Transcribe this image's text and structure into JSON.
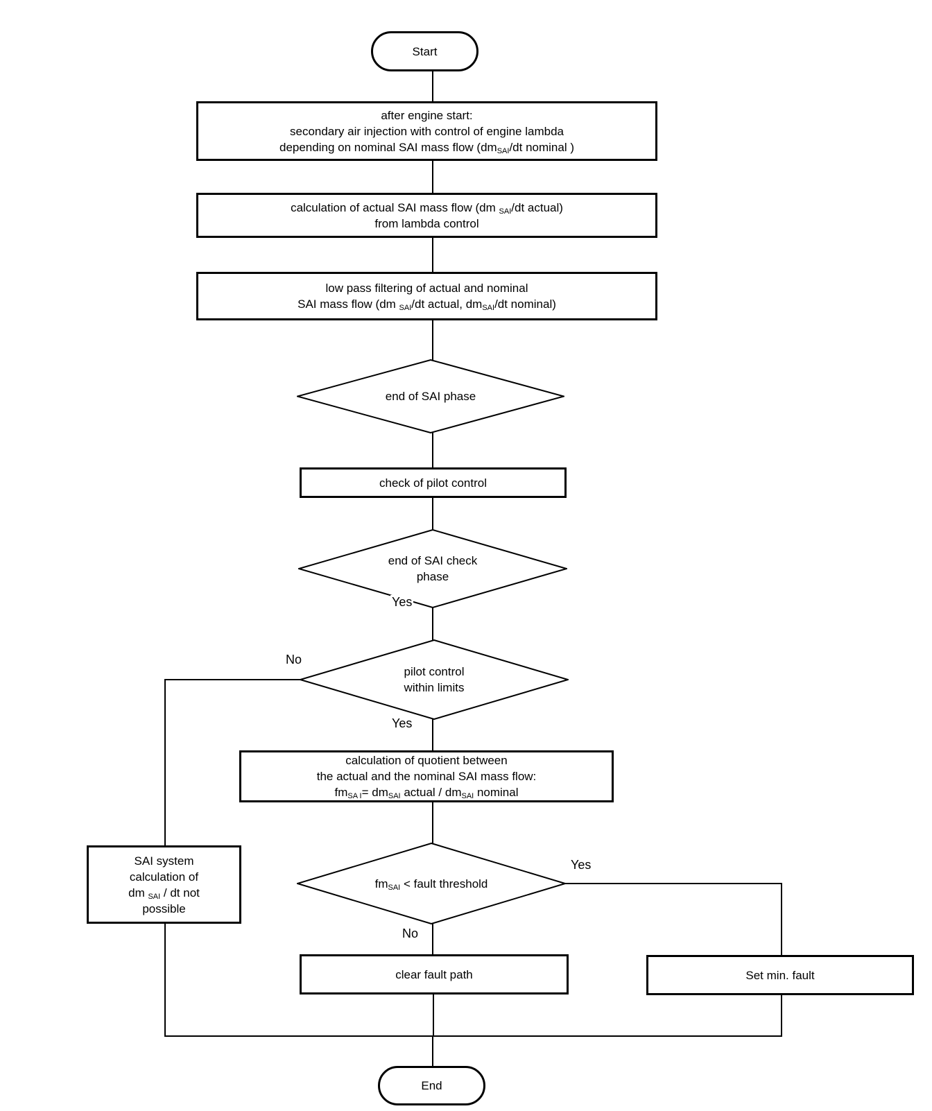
{
  "nodes": {
    "start": {
      "label": "Start"
    },
    "engine_start": {
      "lines": [
        "after engine start:",
        "secondary air injection with control of engine lambda",
        "depending on nominal SAI mass flow (dm~SAI~/dt nominal )"
      ]
    },
    "actual_flow": {
      "lines": [
        "calculation of actual SAI mass flow (dm ~SAI~/dt actual)",
        "from lambda control"
      ]
    },
    "low_pass": {
      "lines": [
        "low pass filtering of actual and nominal",
        "SAI mass flow (dm ~SAI~/dt actual, dm~SAI~/dt nominal)"
      ]
    },
    "end_sai_phase": {
      "label": "end of SAI phase"
    },
    "check_pilot": {
      "label": "check of pilot control"
    },
    "end_sai_check": {
      "lines": [
        "end of SAI check",
        "phase"
      ]
    },
    "pilot_limits": {
      "lines": [
        "pilot control",
        "within limits"
      ]
    },
    "quotient": {
      "lines": [
        "calculation of quotient between",
        "the actual and the nominal SAI mass flow:",
        "fm~SA I~= dm~SAI~ actual / dm~SAI~ nominal"
      ]
    },
    "sai_not_possible": {
      "lines": [
        "SAI system",
        "calculation of",
        "dm ~SAI~ / dt not",
        "possible"
      ]
    },
    "fault_threshold": {
      "label": "fm~SAI~ < fault threshold"
    },
    "clear_fault": {
      "label": "clear fault path"
    },
    "set_min_fault": {
      "label": "Set min. fault"
    },
    "end": {
      "label": "End"
    }
  },
  "edge_labels": {
    "end_sai_check_yes": "Yes",
    "pilot_limits_no": "No",
    "pilot_limits_yes": "Yes",
    "fault_threshold_yes": "Yes",
    "fault_threshold_no": "No"
  },
  "colors": {
    "line": "#000000",
    "background": "#ffffff"
  }
}
